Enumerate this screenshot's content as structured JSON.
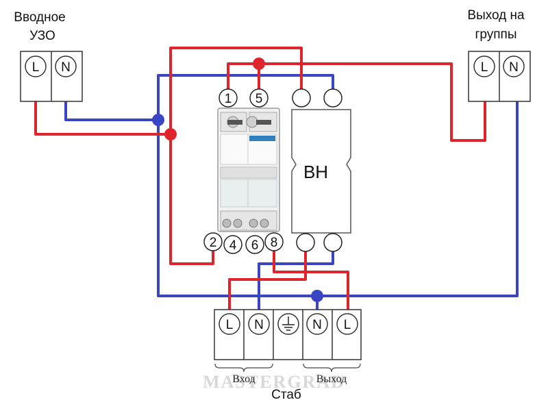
{
  "labels": {
    "input_rcd_line1": "Вводное",
    "input_rcd_line2": "УЗО",
    "output_groups_line1": "Выход на",
    "output_groups_line2": "группы",
    "stab": "Стаб",
    "input": "Вход",
    "output": "Выход",
    "device_label": "ВН",
    "watermark": "MASTERGRAD"
  },
  "terminals": {
    "rcd_in": [
      "L",
      "N"
    ],
    "groups_out": [
      "L",
      "N"
    ],
    "stab": [
      "L",
      "N",
      "⏚",
      "N",
      "L"
    ]
  },
  "switch_numbers": {
    "top": [
      "1",
      "5"
    ],
    "bottom": [
      "2",
      "4",
      "6",
      "8"
    ]
  },
  "colors": {
    "phase": "#e0242b",
    "neutral": "#3a45c4",
    "box_border": "#333333"
  },
  "icons": {
    "ground": "ground-icon"
  }
}
